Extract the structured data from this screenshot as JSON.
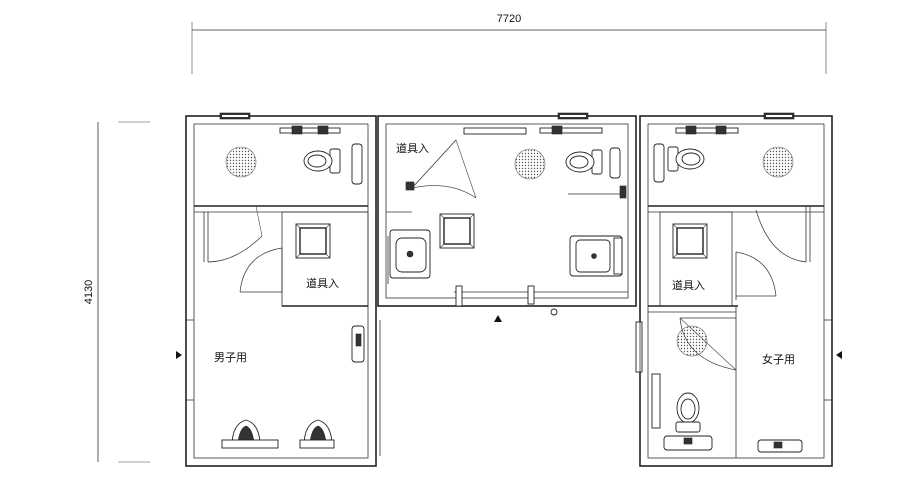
{
  "dimensions": {
    "overall_width": "7720",
    "overall_height": "4130"
  },
  "rooms": {
    "left_storage": "道具入",
    "center_storage": "道具入",
    "right_storage": "道具入",
    "mens": "男子用",
    "womens": "女子用"
  },
  "icons": {
    "entrance_marker": "triangle-arrow",
    "vent": "circular-ventilation-grille"
  }
}
